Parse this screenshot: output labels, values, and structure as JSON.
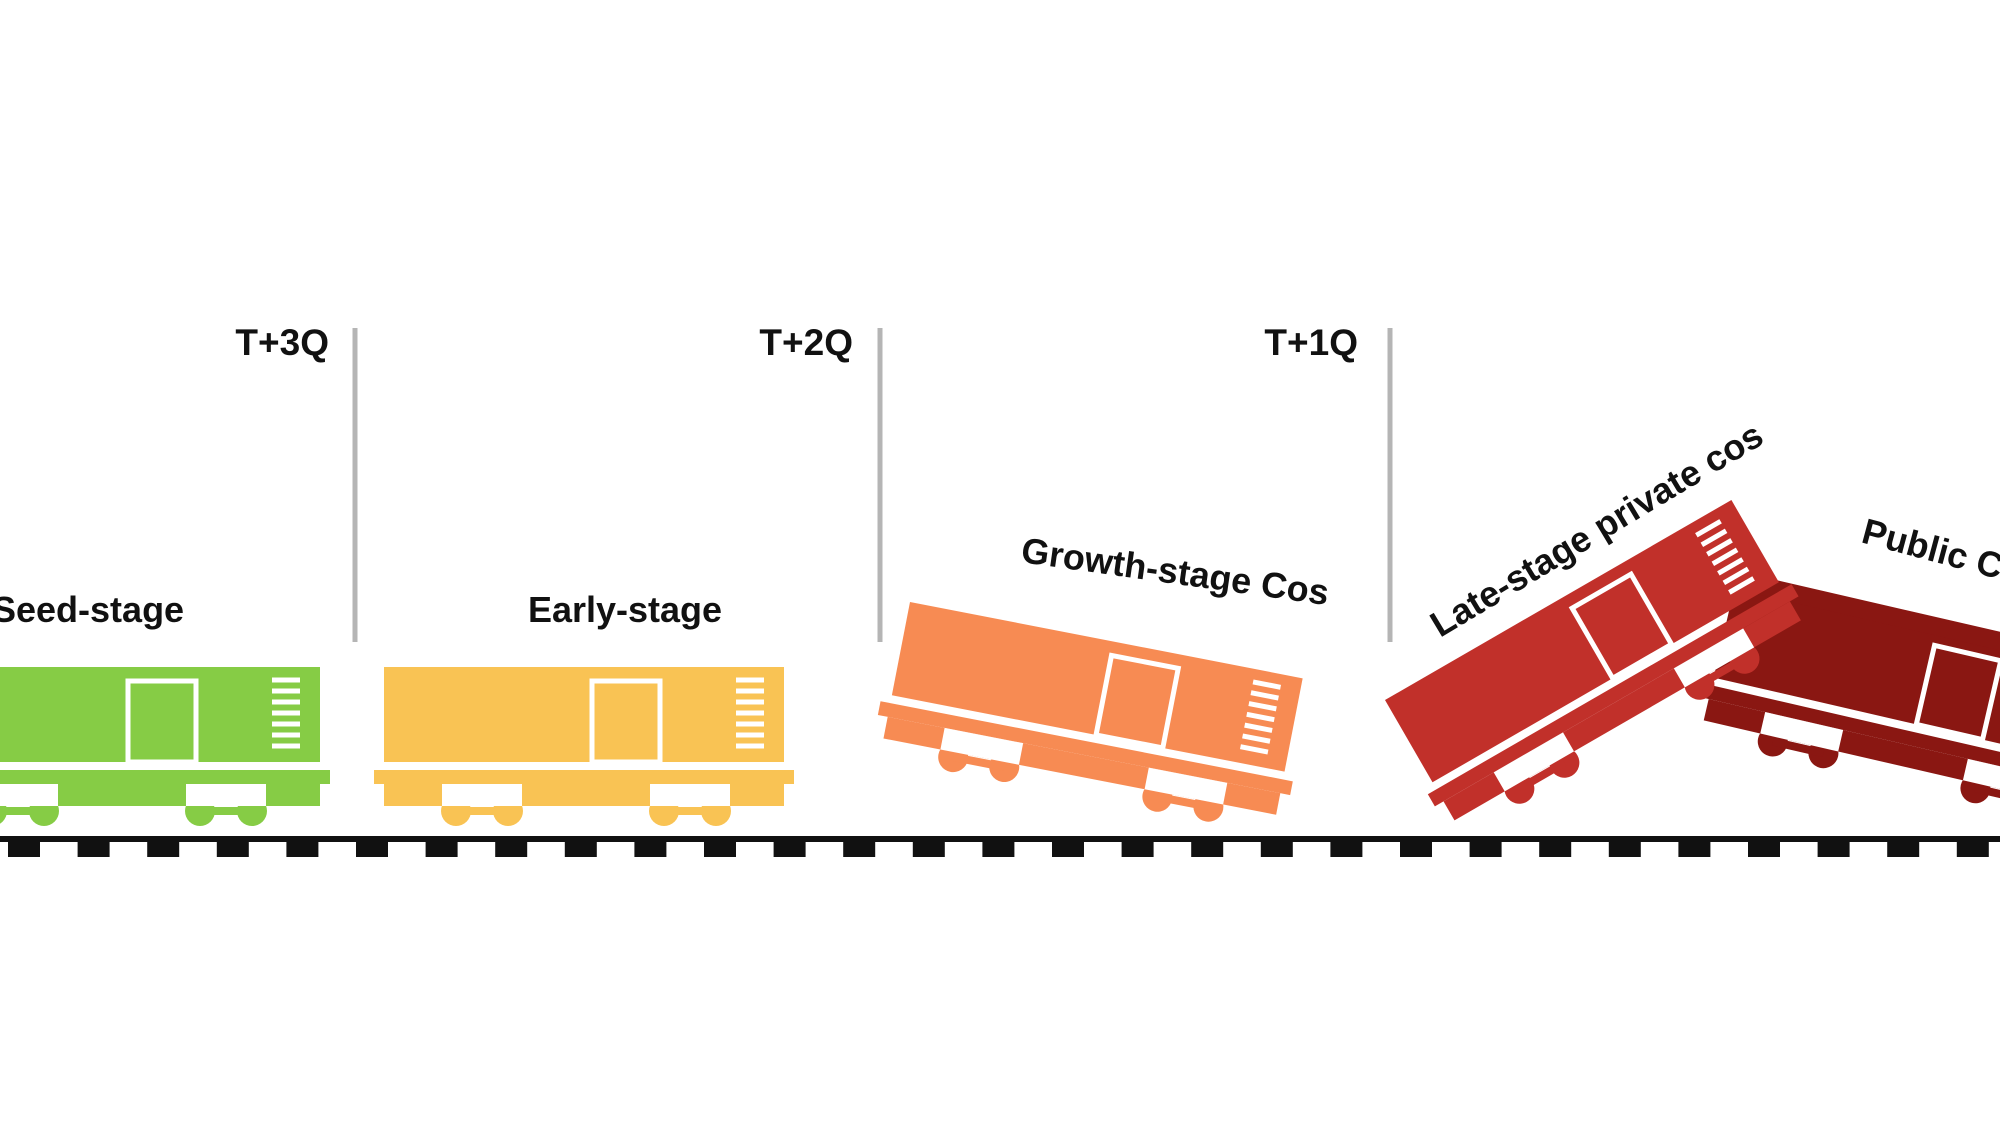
{
  "time_markers": [
    {
      "label": "T+3Q"
    },
    {
      "label": "T+2Q"
    },
    {
      "label": "T+1Q"
    }
  ],
  "stages": [
    {
      "label": "Seed-stage",
      "color": "#86cc45"
    },
    {
      "label": "Early-stage",
      "color": "#f9c354"
    },
    {
      "label": "Growth-stage Cos",
      "color": "#f78b53"
    },
    {
      "label": "Late-stage private cos",
      "color": "#c1302a"
    },
    {
      "label": "Public C",
      "color": "#8a1712"
    }
  ],
  "colors": {
    "divider": "#b5b5b5",
    "track": "#111111",
    "text": "#111111",
    "background": "#ffffff"
  }
}
